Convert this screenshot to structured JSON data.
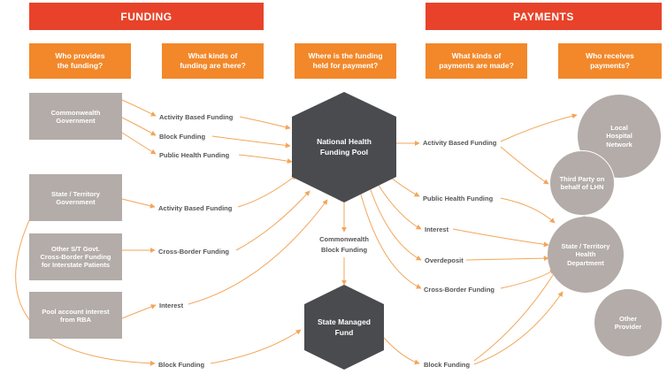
{
  "banners": {
    "funding": "FUNDING",
    "payments": "PAYMENTS"
  },
  "headers": {
    "who_provides": "Who provides\nthe funding?",
    "what_funding": "What kinds of\nfunding are there?",
    "where_held": "Where is the funding\nheld for payment?",
    "what_payments": "What kinds of\npayments are made?",
    "who_receives": "Who receives\npayments?"
  },
  "sources": {
    "commonwealth": "Commonwealth\nGovernment",
    "state": "State / Territory\nGovernment",
    "other_st": "Other S/T Govt.\nCross-Border Funding\nfor Interstate Patients",
    "pool_interest": "Pool account interest\nfrom RBA"
  },
  "funding_labels": {
    "cw_abf": "Activity Based Funding",
    "cw_block": "Block Funding",
    "cw_public": "Public Health Funding",
    "st_abf": "Activity Based Funding",
    "cross_border": "Cross-Border Funding",
    "interest": "Interest",
    "block_bottom": "Block Funding",
    "cw_block_middle": "Commonwealth\nBlock Funding"
  },
  "hexagons": {
    "pool": "National Health\nFunding Pool",
    "smf": "State Managed\nFund"
  },
  "payment_labels": {
    "abf": "Activity Based Funding",
    "public": "Public Health Funding",
    "interest": "Interest",
    "overdeposit": "Overdeposit",
    "cross_border": "Cross-Border Funding",
    "block": "Block Funding"
  },
  "receivers": {
    "lhn": "Local\nHospital\nNetwork",
    "third_party": "Third Party on\nbehalf of LHN",
    "state_dept": "State / Territory\nHealth\nDepartment",
    "other": "Other\nProvider"
  },
  "colors": {
    "red": "#e8432a",
    "orange": "#f2882a",
    "grey": "#b3aca9",
    "dark": "#4a4b4f",
    "wire": "#f2a65a"
  }
}
